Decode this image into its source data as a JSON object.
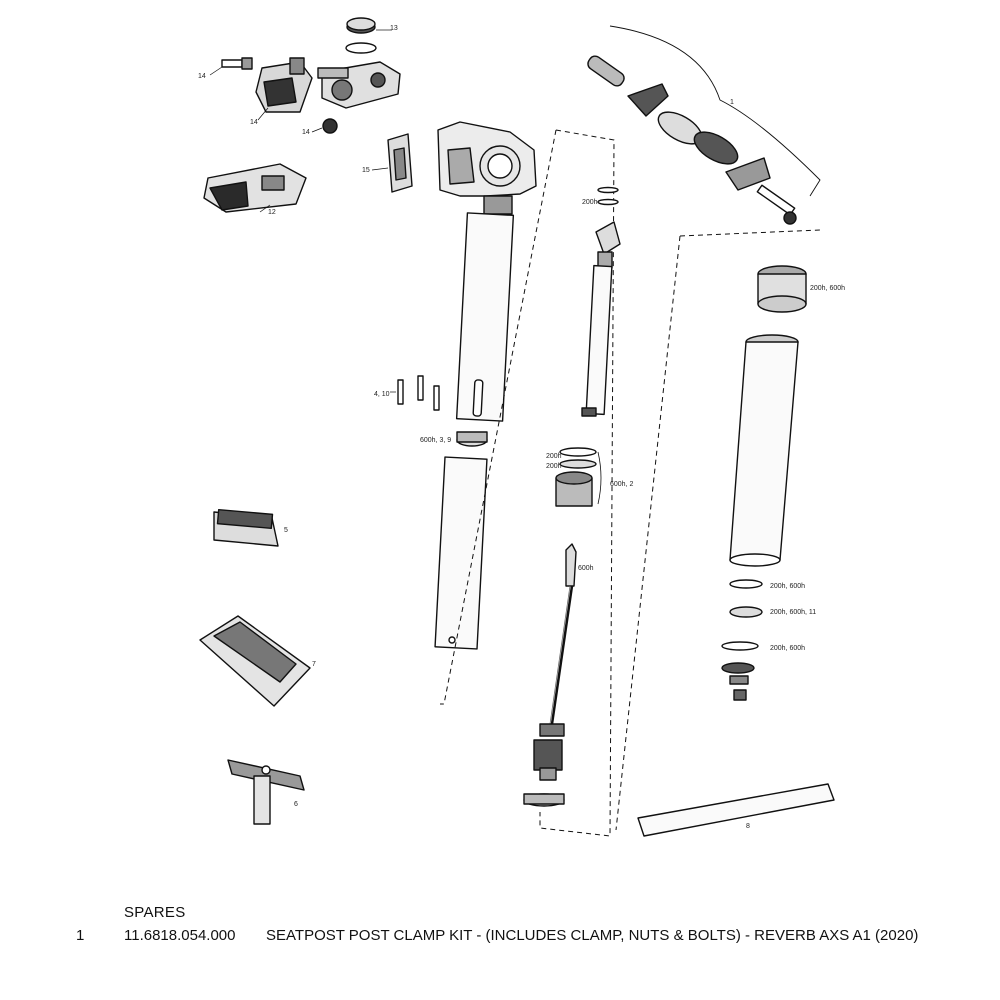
{
  "diagram": {
    "callouts": {
      "c13": "13",
      "c14a": "14",
      "c14b": "14",
      "c14c": "14",
      "c12": "12",
      "c15": "15",
      "c1": "1",
      "c200h_top": "200h",
      "c200h_600h_head": "200h, 600h",
      "c4_10": "4, 10",
      "c600h_3_9": "600h, 3, 9",
      "c200h_a": "200h",
      "c200h_b": "200h",
      "c600h_2": "600h, 2",
      "c5": "5",
      "c600h_rod": "600h",
      "c200h_600h_a": "200h, 600h",
      "c200h_600h_11": "200h, 600h, 11",
      "c200h_600h_b": "200h, 600h",
      "c7": "7",
      "c6": "6",
      "c8": "8"
    }
  },
  "spares": {
    "heading": "SPARES",
    "rows": [
      {
        "no": "1",
        "part_number": "11.6818.054.000",
        "description": "SEATPOST POST CLAMP KIT - (INCLUDES CLAMP, NUTS & BOLTS) - REVERB AXS A1 (2020)"
      }
    ]
  }
}
